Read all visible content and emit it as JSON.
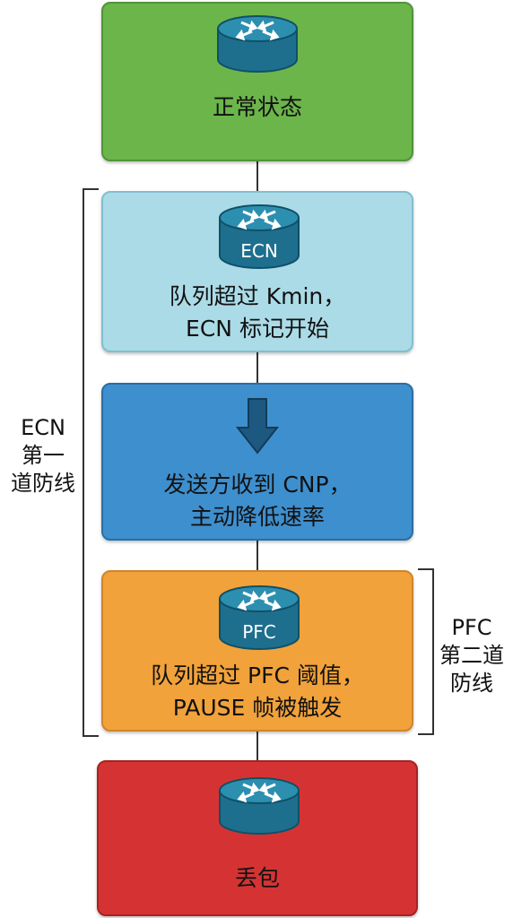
{
  "stages": [
    {
      "label": "正常状态",
      "color": "#6cb54b",
      "router_text": ""
    },
    {
      "label_lines": [
        "队列超过 Kmin，",
        "ECN 标记开始"
      ],
      "color": "#abdbe7",
      "router_text": "ECN"
    },
    {
      "label_lines": [
        "发送方收到 CNP，",
        "主动降低速率"
      ],
      "color": "#3e8fce"
    },
    {
      "label_lines": [
        "队列超过 PFC 阈值，",
        "PAUSE 帧被触发"
      ],
      "color": "#f1a23b",
      "router_text": "PFC"
    },
    {
      "label": "丢包",
      "color": "#d53333",
      "router_text": ""
    }
  ],
  "brackets": {
    "ecn": {
      "lines": [
        "ECN",
        "第一",
        "道防线"
      ]
    },
    "pfc": {
      "lines": [
        "PFC",
        "第二道",
        "防线"
      ]
    }
  }
}
